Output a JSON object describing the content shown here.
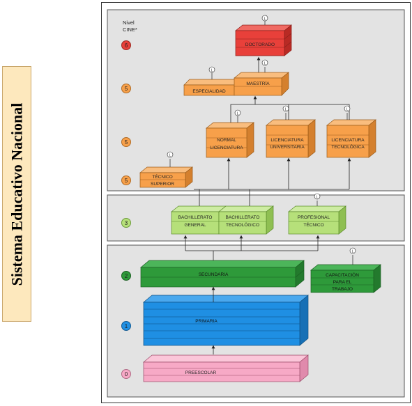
{
  "side_title": "Sistema Educativo Nacional",
  "header": {
    "line1": "Nivel",
    "line2": "CINE*"
  },
  "levels": [
    "6",
    "5",
    "5",
    "5",
    "3",
    "2",
    "1",
    "0"
  ],
  "boxes": {
    "doctorado": "DOCTORADO",
    "especialidad": "ESPECIALIDAD",
    "maestria": "MAESTRÍA",
    "normal_1": "NORMAL",
    "normal_2": "LICENCIATURA",
    "lic_univ_1": "LICENCIATURA",
    "lic_univ_2": "UNIVERSITARIA",
    "lic_tec_1": "LICENCIATURA",
    "lic_tec_2": "TECNOLÓGICA",
    "tecnico_sup_1": "TÉCNICO",
    "tecnico_sup_2": "SUPERIOR",
    "bach_gen_1": "BACHILLERATO",
    "bach_gen_2": "GENERAL",
    "bach_tec_1": "BACHILLERATO",
    "bach_tec_2": "TECNOLÓGICO",
    "prof_tec_1": "PROFESIONAL",
    "prof_tec_2": "TÉCNICO",
    "secundaria": "SECUNDARIA",
    "capacitacion_1": "CAPACITACIÓN",
    "capacitacion_2": "PARA EL",
    "capacitacion_3": "TRABAJO",
    "primaria": "PRIMARIA",
    "preescolar": "PREESCOLAR"
  },
  "exit_marker": "L",
  "colors": {
    "doctorado": "#e8403a",
    "superior": "#f7a04a",
    "media": "#b6e07a",
    "secundaria": "#2e9a3a",
    "primaria": "#1f8fe3",
    "preescolar": "#f7a9c6",
    "panel": "#e3e3e3"
  }
}
